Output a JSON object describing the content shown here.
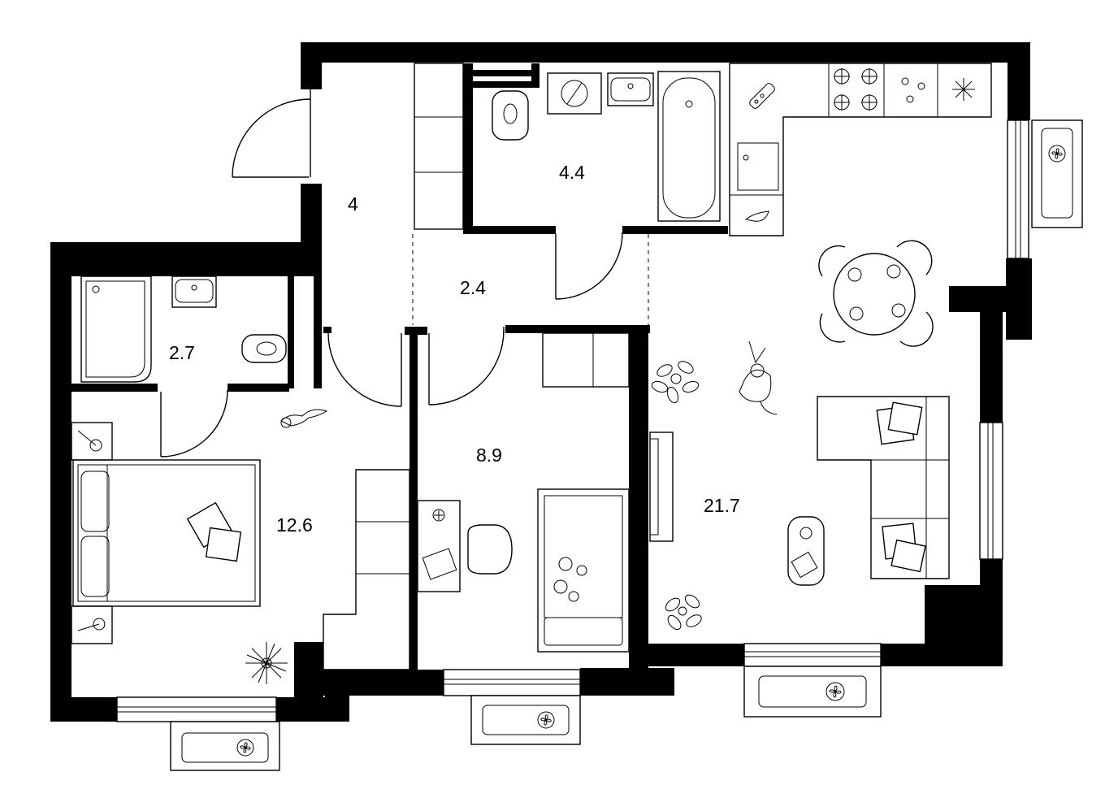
{
  "rooms": [
    {
      "id": "hall",
      "area": "4"
    },
    {
      "id": "bathroom-main",
      "area": "4.4"
    },
    {
      "id": "corridor",
      "area": "2.4"
    },
    {
      "id": "bathroom-small",
      "area": "2.7"
    },
    {
      "id": "bedroom",
      "area": "12.6"
    },
    {
      "id": "kids-room",
      "area": "8.9"
    },
    {
      "id": "kitchen-living",
      "area": "21.7"
    }
  ],
  "icons": {
    "window": "window-icon",
    "fan": "fan-icon",
    "door": "door-icon",
    "plant": "plant-icon",
    "pet": "pet-icon"
  }
}
